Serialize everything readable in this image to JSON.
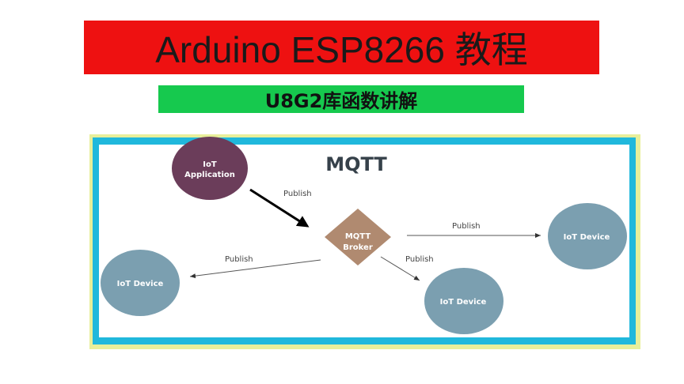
{
  "header": {
    "title": "Arduino ESP8266 教程",
    "subtitle": "U8G2库函数讲解"
  },
  "diagram": {
    "title": "MQTT",
    "app": [
      "IoT",
      "Application"
    ],
    "broker": [
      "MQTT",
      "Broker"
    ],
    "device": "IoT Device",
    "edge_label": "Publish"
  }
}
